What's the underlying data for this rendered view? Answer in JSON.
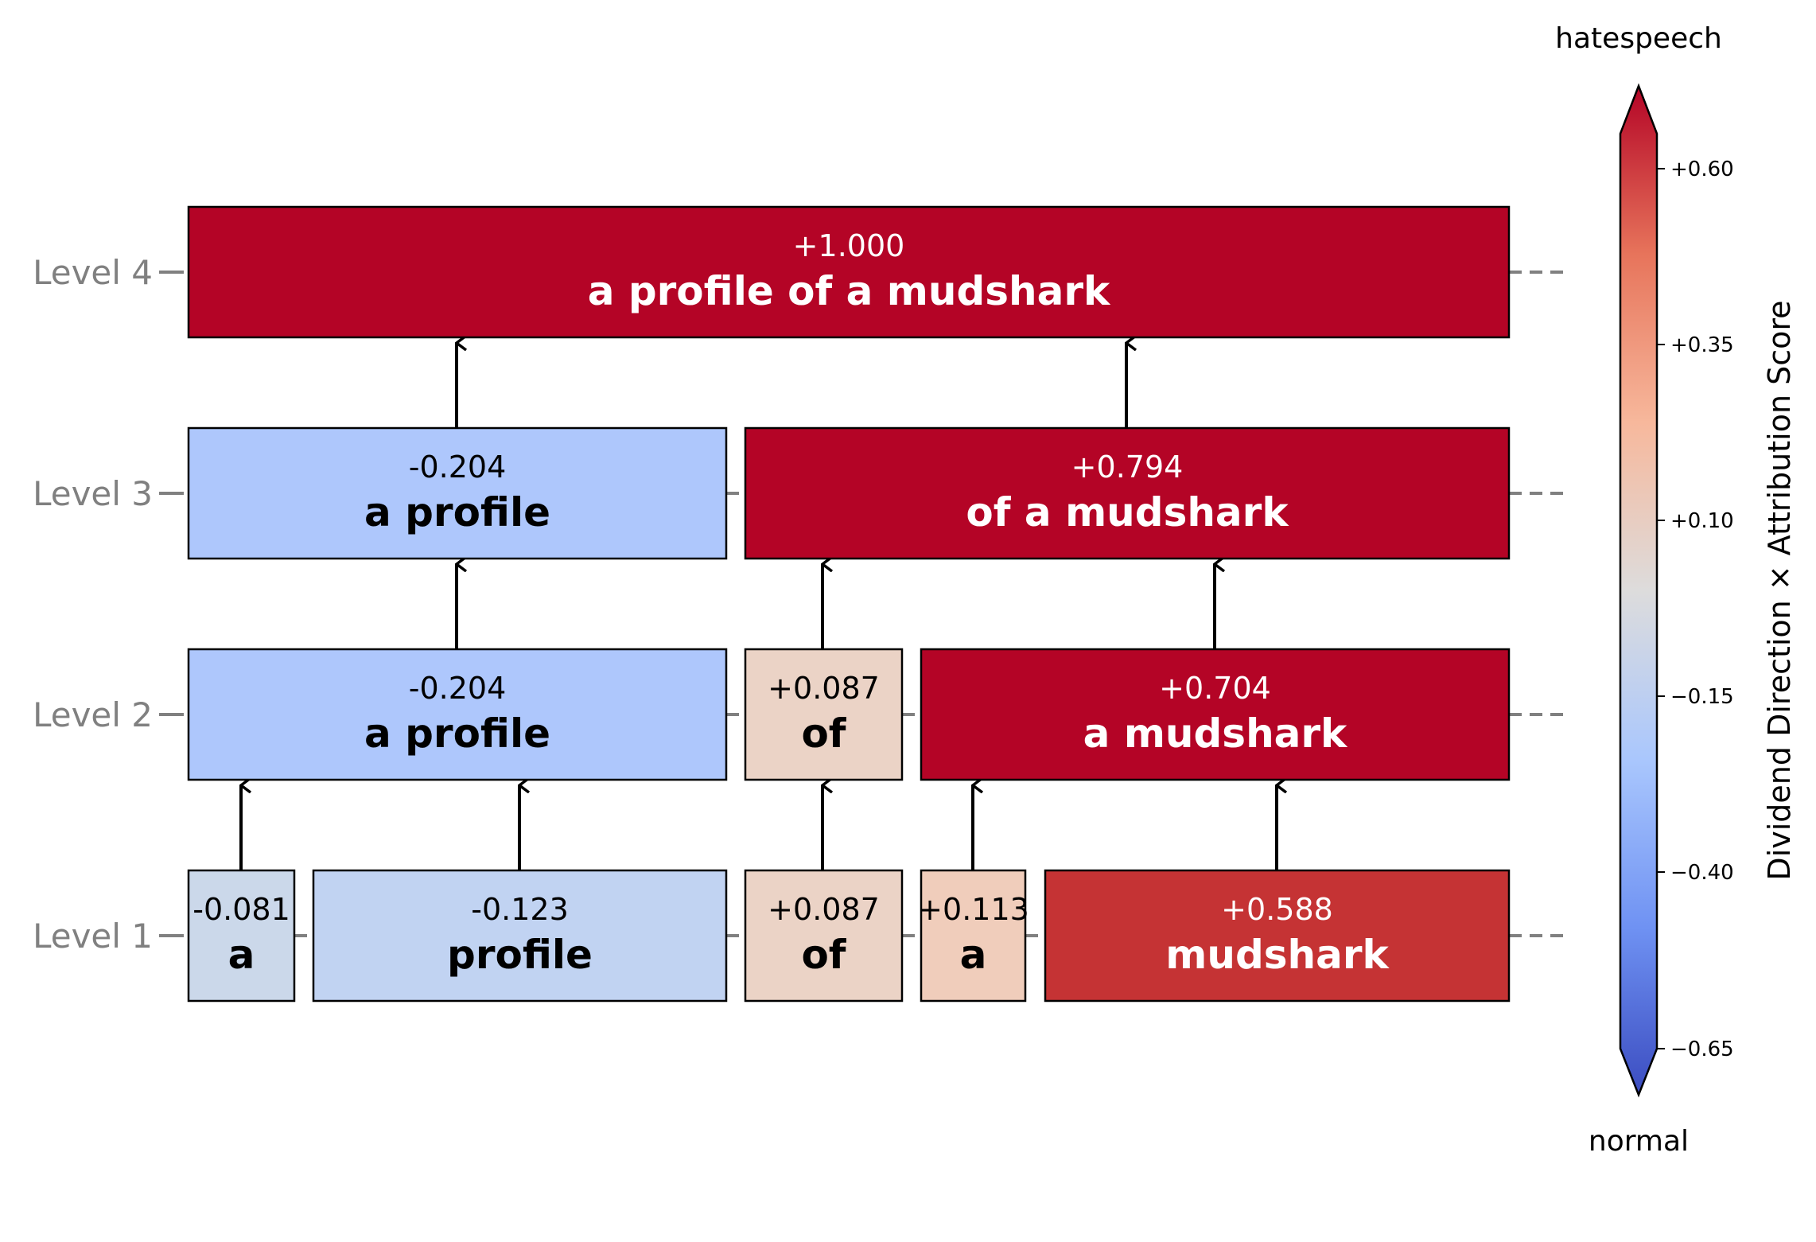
{
  "levels": [
    {
      "label": "Level 1",
      "nodes": [
        {
          "text": "a",
          "score": "-0.081",
          "color": "#cbd8ea",
          "text_color": "#000000"
        },
        {
          "text": "profile",
          "score": "-0.123",
          "color": "#c1d3f2",
          "text_color": "#000000"
        },
        {
          "text": "of",
          "score": "+0.087",
          "color": "#ebd3c6",
          "text_color": "#000000"
        },
        {
          "text": "a",
          "score": "+0.113",
          "color": "#f0cdbb",
          "text_color": "#000000"
        },
        {
          "text": "mudshark",
          "score": "+0.588",
          "color": "#c53334",
          "text_color": "#ffffff"
        }
      ]
    },
    {
      "label": "Level 2",
      "nodes": [
        {
          "text": "a profile",
          "score": "-0.204",
          "color": "#aec7fc",
          "text_color": "#000000"
        },
        {
          "text": "of",
          "score": "+0.087",
          "color": "#ebd3c6",
          "text_color": "#000000"
        },
        {
          "text": "a mudshark",
          "score": "+0.704",
          "color": "#b40426",
          "text_color": "#ffffff"
        }
      ]
    },
    {
      "label": "Level 3",
      "nodes": [
        {
          "text": "a profile",
          "score": "-0.204",
          "color": "#aec7fc",
          "text_color": "#000000"
        },
        {
          "text": "of a mudshark",
          "score": "+0.794",
          "color": "#b40426",
          "text_color": "#ffffff"
        }
      ]
    },
    {
      "label": "Level 4",
      "nodes": [
        {
          "text": "a profile of a mudshark",
          "score": "+1.000",
          "color": "#b40426",
          "text_color": "#ffffff"
        }
      ]
    }
  ],
  "colorbar": {
    "title": "Dividend Direction × Attribution Score",
    "top_label": "hatespeech",
    "bottom_label": "normal",
    "ticks": [
      "+0.60",
      "+0.35",
      "+0.10",
      "−0.15",
      "−0.40",
      "−0.65"
    ],
    "colors": [
      "#3b4cc0",
      "#6f92f3",
      "#aac7fd",
      "#dddcdc",
      "#f7b89c",
      "#e7745b",
      "#b40426"
    ]
  }
}
